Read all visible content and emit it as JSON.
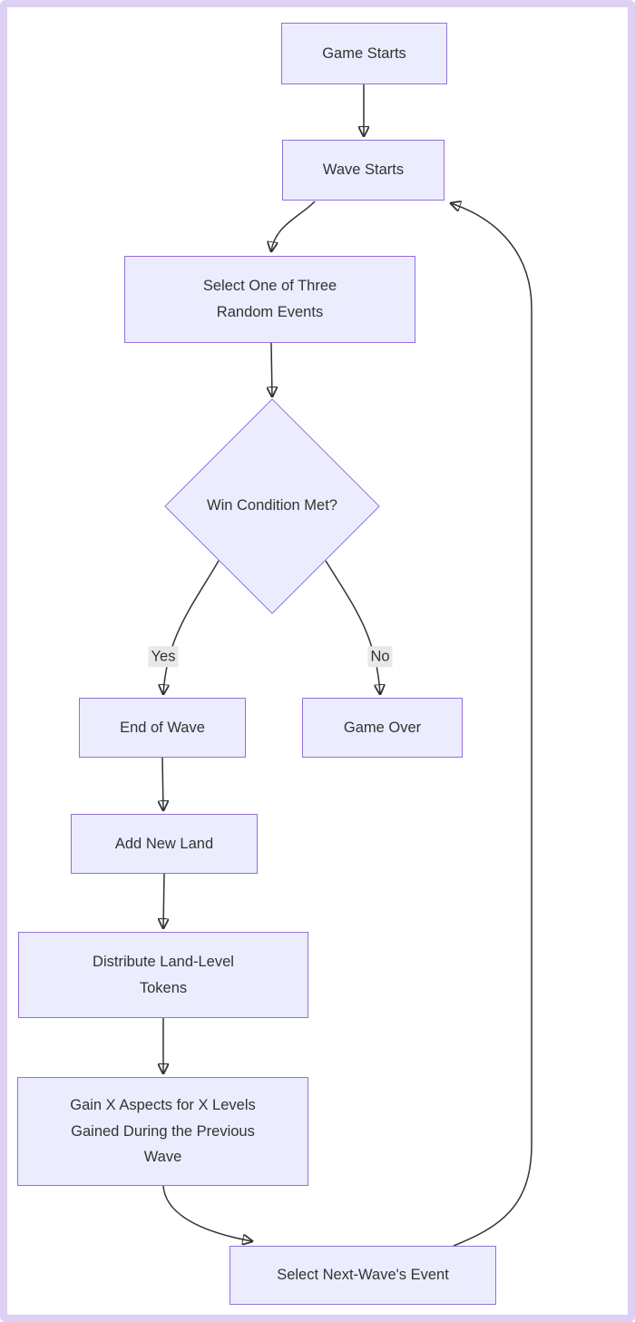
{
  "nodes": {
    "game_starts": {
      "label": "Game Starts"
    },
    "wave_starts": {
      "label": "Wave Starts"
    },
    "select_random_event": {
      "label": "Select One of Three\nRandom Events"
    },
    "win_condition": {
      "label": "Win Condition Met?"
    },
    "end_of_wave": {
      "label": "End of Wave"
    },
    "game_over": {
      "label": "Game Over"
    },
    "add_new_land": {
      "label": "Add New Land"
    },
    "distribute_tokens": {
      "label": "Distribute Land-Level\nTokens"
    },
    "gain_aspects": {
      "label": "Gain X Aspects for X Levels\nGained During the Previous\nWave"
    },
    "select_next_wave_event": {
      "label": "Select Next-Wave's Event"
    }
  },
  "edge_labels": {
    "yes": "Yes",
    "no": "No"
  },
  "edges": [
    {
      "from": "Game Starts",
      "to": "Wave Starts"
    },
    {
      "from": "Wave Starts",
      "to": "Select One of Three Random Events"
    },
    {
      "from": "Select One of Three Random Events",
      "to": "Win Condition Met?"
    },
    {
      "from": "Win Condition Met?",
      "to": "End of Wave",
      "label": "Yes"
    },
    {
      "from": "Win Condition Met?",
      "to": "Game Over",
      "label": "No"
    },
    {
      "from": "End of Wave",
      "to": "Add New Land"
    },
    {
      "from": "Add New Land",
      "to": "Distribute Land-Level Tokens"
    },
    {
      "from": "Distribute Land-Level Tokens",
      "to": "Gain X Aspects for X Levels Gained During the Previous Wave"
    },
    {
      "from": "Gain X Aspects for X Levels Gained During the Previous Wave",
      "to": "Select Next-Wave's Event"
    },
    {
      "from": "Select Next-Wave's Event",
      "to": "Wave Starts"
    }
  ],
  "colors": {
    "node_fill": "#ECECFF",
    "node_border": "#9370DB",
    "text": "#333333",
    "arrow": "#333333",
    "edge_label_bg": "#e8e8e8",
    "frame_border": "#dcd0f4",
    "background": "#ffffff"
  }
}
